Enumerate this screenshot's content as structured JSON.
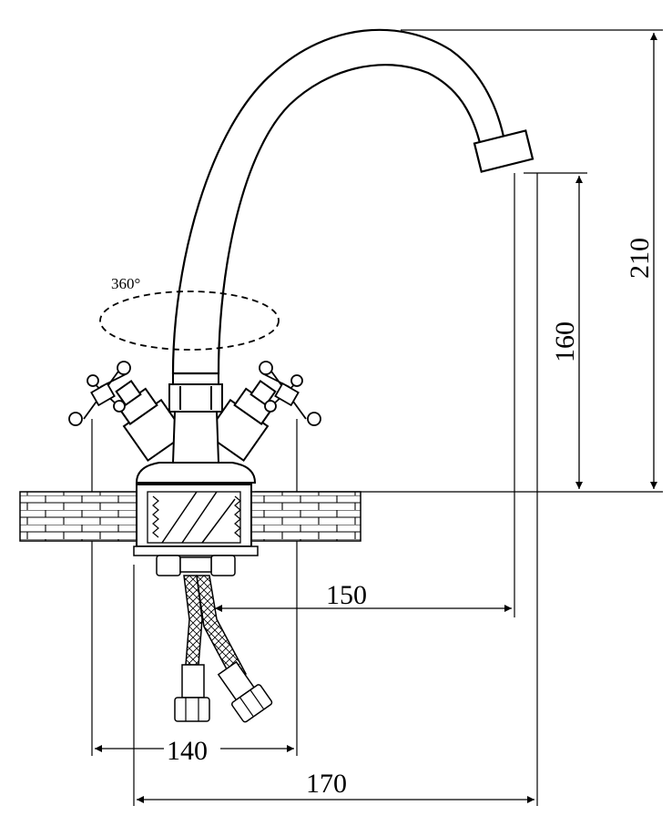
{
  "rotation_label": "360°",
  "dimensions": {
    "spout_reach": "150",
    "handle_spacing": "140",
    "total_width": "170",
    "spout_height": "160",
    "total_height": "210"
  }
}
